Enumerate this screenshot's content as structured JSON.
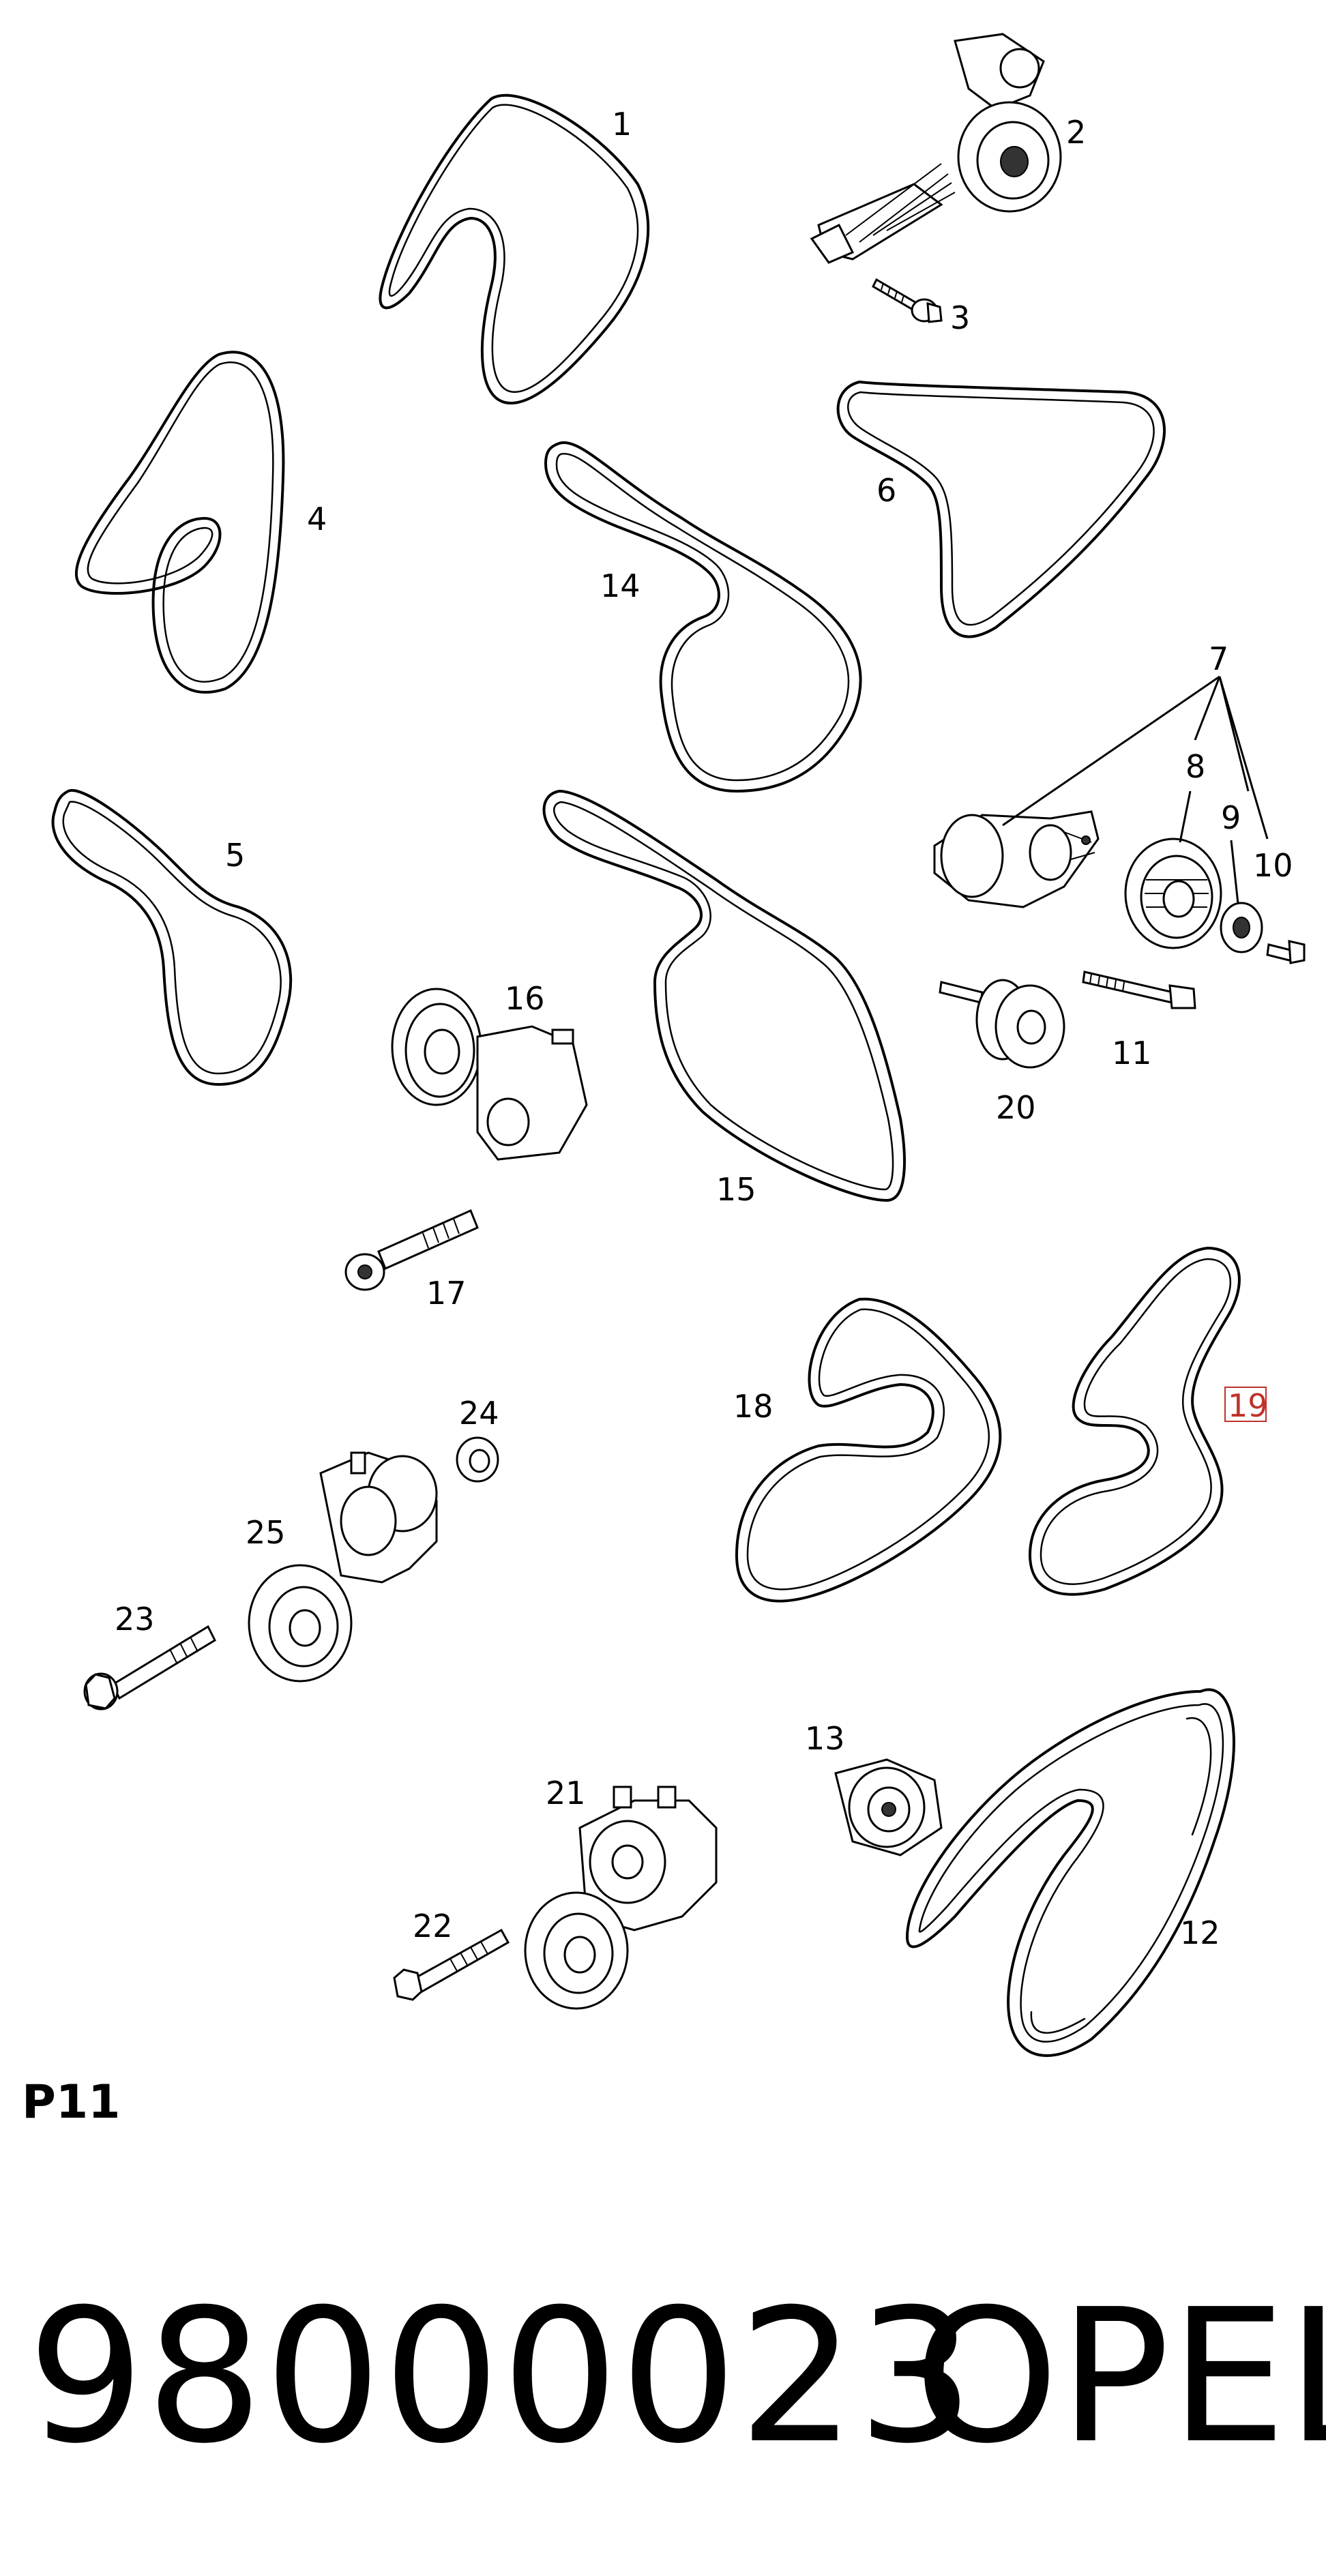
{
  "diagram": {
    "code": "P11",
    "part_number": "98000023",
    "brand": "OPEL",
    "callouts": [
      {
        "id": "1",
        "text": "1",
        "highlighted": false
      },
      {
        "id": "2",
        "text": "2",
        "highlighted": false
      },
      {
        "id": "3",
        "text": "3",
        "highlighted": false
      },
      {
        "id": "4",
        "text": "4",
        "highlighted": false
      },
      {
        "id": "5",
        "text": "5",
        "highlighted": false
      },
      {
        "id": "6",
        "text": "6",
        "highlighted": false
      },
      {
        "id": "7",
        "text": "7",
        "highlighted": false
      },
      {
        "id": "8",
        "text": "8",
        "highlighted": false
      },
      {
        "id": "9",
        "text": "9",
        "highlighted": false
      },
      {
        "id": "10",
        "text": "10",
        "highlighted": false
      },
      {
        "id": "11",
        "text": "11",
        "highlighted": false
      },
      {
        "id": "12",
        "text": "12",
        "highlighted": false
      },
      {
        "id": "13",
        "text": "13",
        "highlighted": false
      },
      {
        "id": "14",
        "text": "14",
        "highlighted": false
      },
      {
        "id": "15",
        "text": "15",
        "highlighted": false
      },
      {
        "id": "16",
        "text": "16",
        "highlighted": false
      },
      {
        "id": "17",
        "text": "17",
        "highlighted": false
      },
      {
        "id": "18",
        "text": "18",
        "highlighted": false
      },
      {
        "id": "19",
        "text": "19",
        "highlighted": true
      },
      {
        "id": "20",
        "text": "20",
        "highlighted": false
      },
      {
        "id": "21",
        "text": "21",
        "highlighted": false
      },
      {
        "id": "22",
        "text": "22",
        "highlighted": false
      },
      {
        "id": "23",
        "text": "23",
        "highlighted": false
      },
      {
        "id": "24",
        "text": "24",
        "highlighted": false
      },
      {
        "id": "25",
        "text": "25",
        "highlighted": false
      }
    ]
  },
  "colors": {
    "line": "#000000",
    "highlight": "#c0312b",
    "background": "#ffffff"
  }
}
